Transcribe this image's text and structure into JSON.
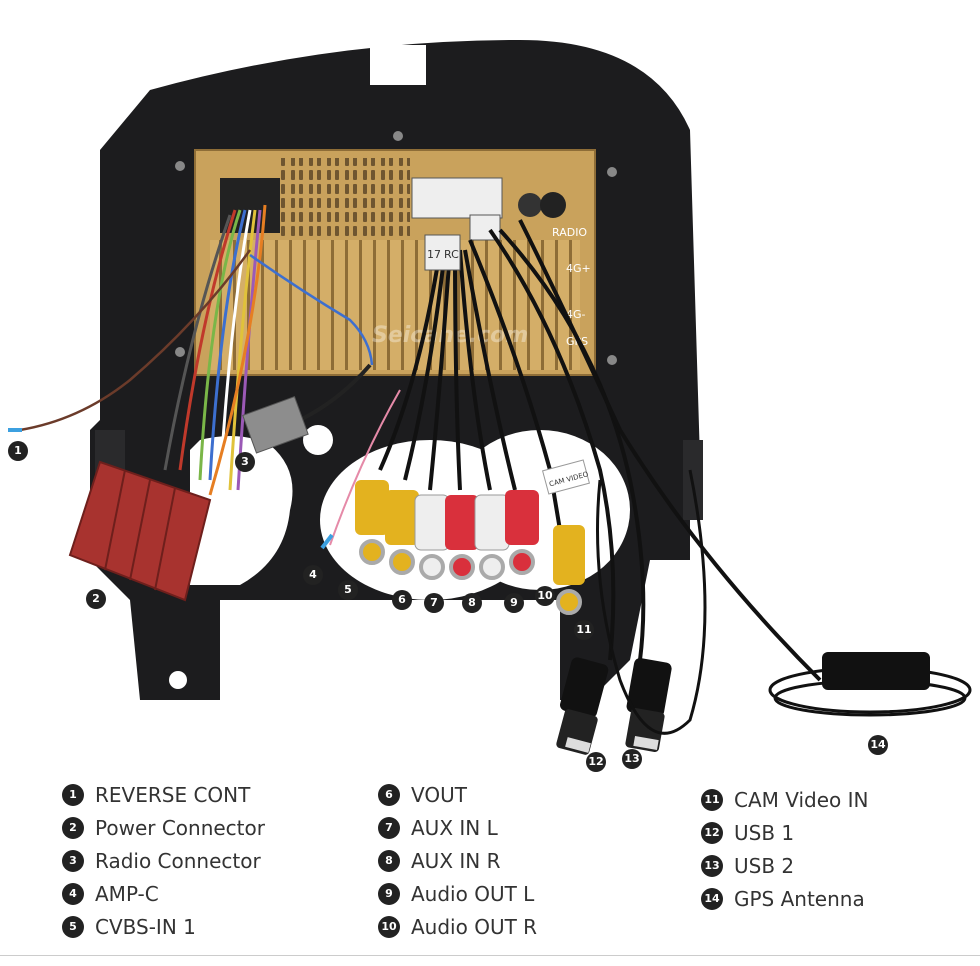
{
  "watermark": "Seicane.com",
  "panel_text": {
    "radio": "RADIO",
    "4g_plus": "4G+",
    "4g_minus": "4G-",
    "gps": "GPS",
    "label_17": "17",
    "label_rc": "RC",
    "cam_video": "CAM VIDEO"
  },
  "callouts": [
    "1",
    "2",
    "3",
    "4",
    "5",
    "6",
    "7",
    "8",
    "9",
    "10",
    "11",
    "12",
    "13",
    "14"
  ],
  "legend": {
    "col1": [
      {
        "num": "1",
        "label": "REVERSE CONT"
      },
      {
        "num": "2",
        "label": "Power Connector"
      },
      {
        "num": "3",
        "label": "Radio Connector"
      },
      {
        "num": "4",
        "label": "AMP-C"
      },
      {
        "num": "5",
        "label": "CVBS-IN 1"
      }
    ],
    "col2": [
      {
        "num": "6",
        "label": "VOUT"
      },
      {
        "num": "7",
        "label": "AUX IN L"
      },
      {
        "num": "8",
        "label": "AUX IN R"
      },
      {
        "num": "9",
        "label": "Audio OUT L"
      },
      {
        "num": "10",
        "label": "Audio OUT R"
      }
    ],
    "col3": [
      {
        "num": "11",
        "label": "CAM Video IN"
      },
      {
        "num": "12",
        "label": "USB 1"
      },
      {
        "num": "13",
        "label": "USB 2"
      },
      {
        "num": "14",
        "label": "GPS Antenna"
      }
    ]
  },
  "colors": {
    "bezel": "#1c1c1e",
    "metal": "#c9a25c",
    "power_plug": "#a8332f",
    "radio_plug": "#8d8d8d",
    "rca_yellow": "#e3b21f",
    "rca_white": "#eeeeee",
    "rca_red": "#d9303c"
  }
}
